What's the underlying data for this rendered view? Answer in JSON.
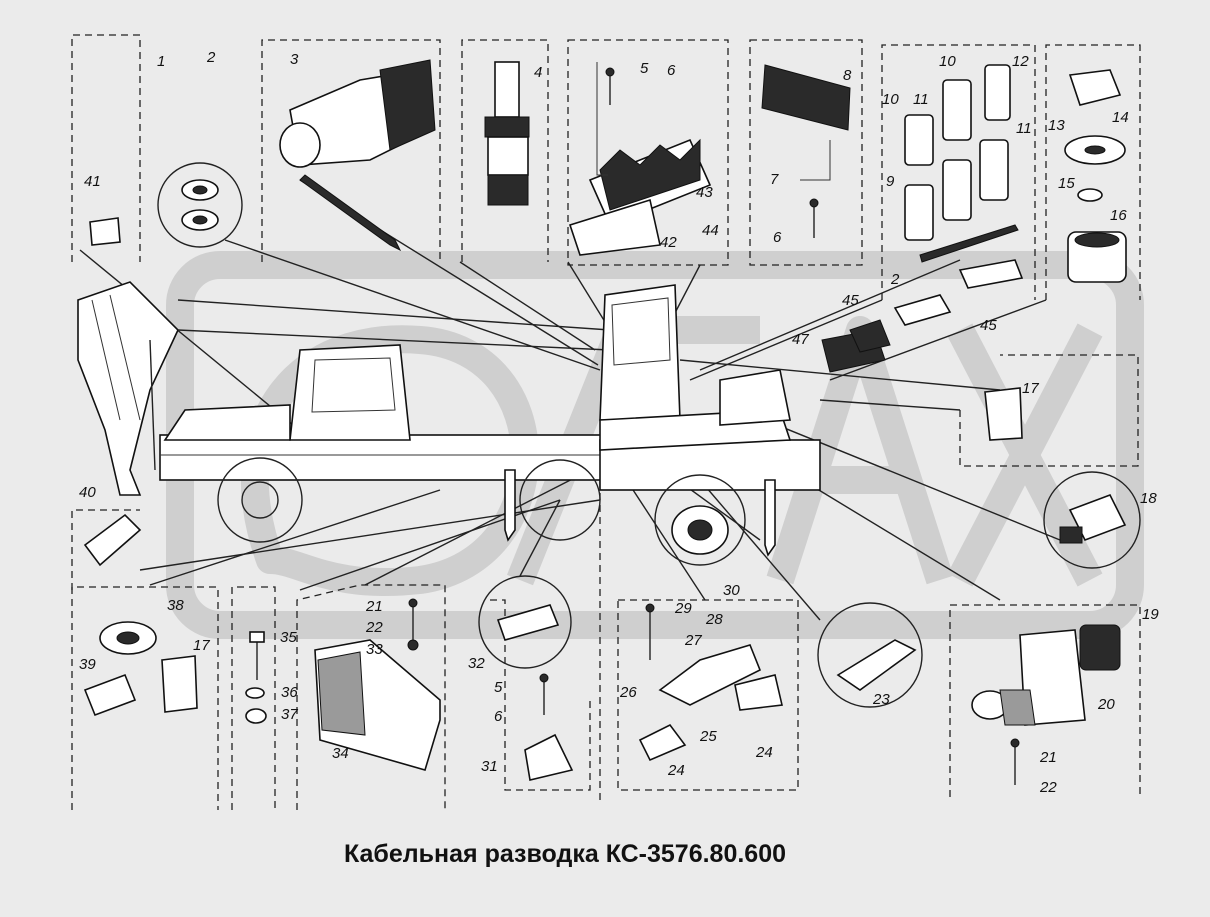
{
  "caption": "Кабельная разводка КС-3576.80.600",
  "callouts": [
    {
      "id": "c1",
      "text": "1"
    },
    {
      "id": "c2a",
      "text": "2"
    },
    {
      "id": "c3",
      "text": "3"
    },
    {
      "id": "c4",
      "text": "4"
    },
    {
      "id": "c5a",
      "text": "5"
    },
    {
      "id": "c6a",
      "text": "6"
    },
    {
      "id": "c8",
      "text": "8"
    },
    {
      "id": "c10a",
      "text": "10"
    },
    {
      "id": "c10b",
      "text": "10"
    },
    {
      "id": "c11a",
      "text": "11"
    },
    {
      "id": "c12",
      "text": "12"
    },
    {
      "id": "c11b",
      "text": "11"
    },
    {
      "id": "c9",
      "text": "9"
    },
    {
      "id": "c13",
      "text": "13"
    },
    {
      "id": "c14",
      "text": "14"
    },
    {
      "id": "c15",
      "text": "15"
    },
    {
      "id": "c16",
      "text": "16"
    },
    {
      "id": "c41",
      "text": "41"
    },
    {
      "id": "c43",
      "text": "43"
    },
    {
      "id": "c42",
      "text": "42"
    },
    {
      "id": "c44",
      "text": "44"
    },
    {
      "id": "c7",
      "text": "7"
    },
    {
      "id": "c6b",
      "text": "6"
    },
    {
      "id": "c2b",
      "text": "2"
    },
    {
      "id": "c45a",
      "text": "45"
    },
    {
      "id": "c45b",
      "text": "45"
    },
    {
      "id": "c47",
      "text": "47"
    },
    {
      "id": "c17a",
      "text": "17"
    },
    {
      "id": "c18",
      "text": "18"
    },
    {
      "id": "c40",
      "text": "40"
    },
    {
      "id": "c30",
      "text": "30"
    },
    {
      "id": "c38",
      "text": "38"
    },
    {
      "id": "c39",
      "text": "39"
    },
    {
      "id": "c17b",
      "text": "17"
    },
    {
      "id": "c35",
      "text": "35"
    },
    {
      "id": "c36",
      "text": "36"
    },
    {
      "id": "c37",
      "text": "37"
    },
    {
      "id": "c21a",
      "text": "21"
    },
    {
      "id": "c22a",
      "text": "22"
    },
    {
      "id": "c33",
      "text": "33"
    },
    {
      "id": "c34",
      "text": "34"
    },
    {
      "id": "c32",
      "text": "32"
    },
    {
      "id": "c5b",
      "text": "5"
    },
    {
      "id": "c6c",
      "text": "6"
    },
    {
      "id": "c31",
      "text": "31"
    },
    {
      "id": "c29",
      "text": "29"
    },
    {
      "id": "c28",
      "text": "28"
    },
    {
      "id": "c27",
      "text": "27"
    },
    {
      "id": "c26",
      "text": "26"
    },
    {
      "id": "c25",
      "text": "25"
    },
    {
      "id": "c24a",
      "text": "24"
    },
    {
      "id": "c24b",
      "text": "24"
    },
    {
      "id": "c23",
      "text": "23"
    },
    {
      "id": "c19",
      "text": "19"
    },
    {
      "id": "c20",
      "text": "20"
    },
    {
      "id": "c21b",
      "text": "21"
    },
    {
      "id": "c22b",
      "text": "22"
    }
  ]
}
